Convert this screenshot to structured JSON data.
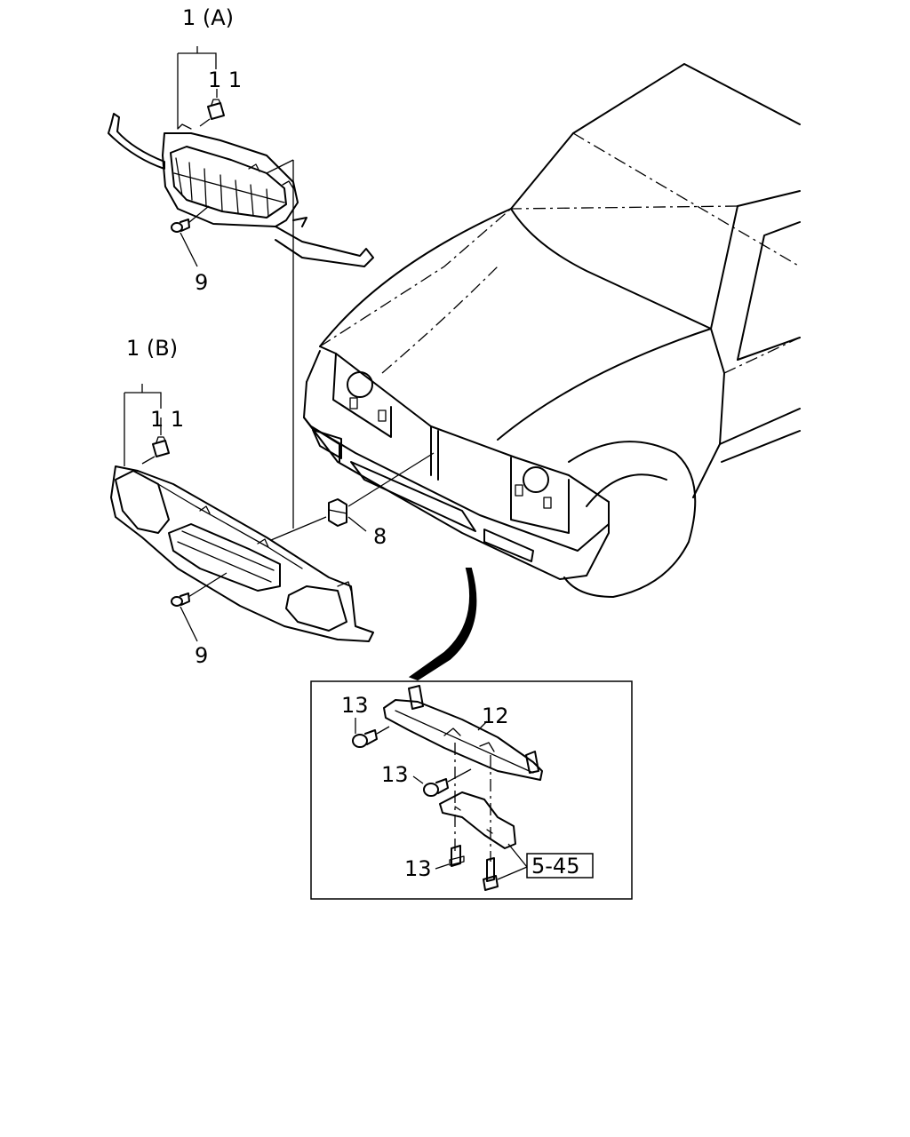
{
  "labels": {
    "grille_a": "1 (A)",
    "grille_b": "1 (B)",
    "clip_a": "1 1",
    "clip_b": "1 1",
    "screw_a": "9",
    "screw_b": "9",
    "nut": "8",
    "bracket": "12",
    "bolt_1": "13",
    "bolt_2": "13",
    "bolt_3": "13",
    "reference": "5-45"
  }
}
